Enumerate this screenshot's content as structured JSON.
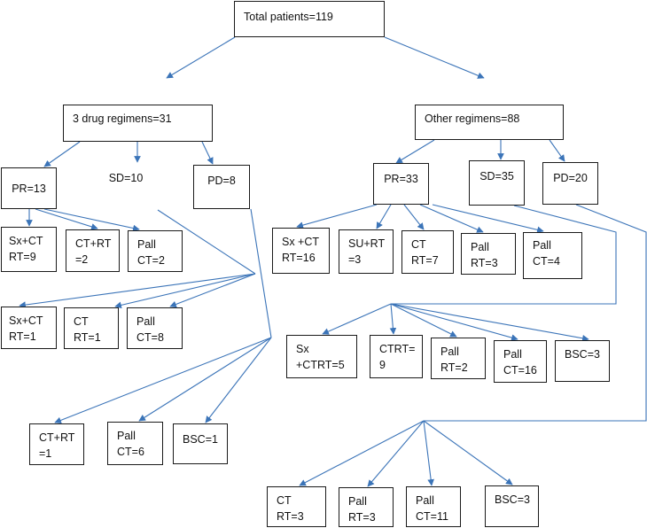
{
  "nodes": {
    "total": {
      "line1": "Total patients=119"
    },
    "three_drug": {
      "line1": "3 drug regimens=31"
    },
    "other": {
      "line1": "Other regimens=88"
    },
    "a_pr": {
      "line1": "PR=13"
    },
    "a_sd": {
      "line1": "SD=10"
    },
    "a_pd": {
      "line1": "PD=8"
    },
    "b_pr": {
      "line1": "PR=33"
    },
    "b_sd": {
      "line1": "SD=35"
    },
    "b_pd": {
      "line1": "PD=20"
    },
    "a_pr_sxct": {
      "line1": "Sx+CT",
      "line2": "RT=9"
    },
    "a_pr_ctrt": {
      "line1": "CT+RT",
      "line2": "=2"
    },
    "a_pr_pall": {
      "line1": "Pall",
      "line2": "CT=2"
    },
    "a_sd_sxct": {
      "line1": "Sx+CT",
      "line2": "RT=1"
    },
    "a_sd_ctrt": {
      "line1": "CT",
      "line2": "RT=1"
    },
    "a_sd_pall": {
      "line1": "Pall",
      "line2": "CT=8"
    },
    "a_pd_ctrt": {
      "line1": "CT+RT",
      "line2": "=1"
    },
    "a_pd_pall": {
      "line1": "Pall",
      "line2": "CT=6"
    },
    "a_pd_bsc": {
      "line1": "BSC=1"
    },
    "b_pr_sxct": {
      "line1": "Sx +CT",
      "line2": "RT=16"
    },
    "b_pr_surt": {
      "line1": "SU+RT",
      "line2": "=3"
    },
    "b_pr_ctrt": {
      "line1": "CT",
      "line2": "RT=7"
    },
    "b_pr_pallrt": {
      "line1": "Pall",
      "line2": "RT=3"
    },
    "b_pr_pallct": {
      "line1": "Pall",
      "line2": "CT=4"
    },
    "b_sd_sx": {
      "line1": "Sx",
      "line2": "+CTRT=5"
    },
    "b_sd_ctrt": {
      "line1": "CTRT=",
      "line2": "9"
    },
    "b_sd_pallrt": {
      "line1": "Pall",
      "line2": "RT=2"
    },
    "b_sd_pallct": {
      "line1": "Pall",
      "line2": "CT=16"
    },
    "b_sd_bsc": {
      "line1": "BSC=3"
    },
    "b_pd_ctrt": {
      "line1": "CT",
      "line2": "RT=3"
    },
    "b_pd_pallrt": {
      "line1": "Pall",
      "line2": "RT=3"
    },
    "b_pd_pallct": {
      "line1": "Pall",
      "line2": "CT=11"
    },
    "b_pd_bsc": {
      "line1": "BSC=3"
    }
  },
  "colors": {
    "arrow": "#3b74b8",
    "border": "#1a1a1a"
  }
}
